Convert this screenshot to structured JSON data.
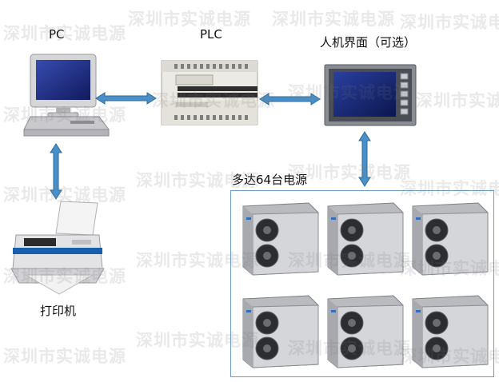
{
  "watermark": {
    "text": "深圳市实诚电源"
  },
  "devices": {
    "pc": {
      "label": "PC",
      "icon": "desktop-computer-icon"
    },
    "plc": {
      "label": "PLC",
      "icon": "plc-controller-icon"
    },
    "hmi": {
      "label": "人机界面（可选）",
      "icon": "touch-panel-icon"
    },
    "printer": {
      "label": "打印机",
      "icon": "printer-icon"
    }
  },
  "power_supplies": {
    "label": "多达64台电源",
    "icon": "power-supply-unit-icon",
    "count": 6
  },
  "connections": [
    {
      "from": "pc",
      "to": "plc",
      "direction": "bidirectional"
    },
    {
      "from": "plc",
      "to": "hmi",
      "direction": "bidirectional"
    },
    {
      "from": "pc",
      "to": "printer",
      "direction": "bidirectional"
    },
    {
      "from": "hmi",
      "to": "power_supplies",
      "direction": "bidirectional"
    }
  ],
  "colors": {
    "arrow": "#4a90c8",
    "arrow_stroke": "#2f6d9e",
    "group_border": "#6e9ec8"
  }
}
